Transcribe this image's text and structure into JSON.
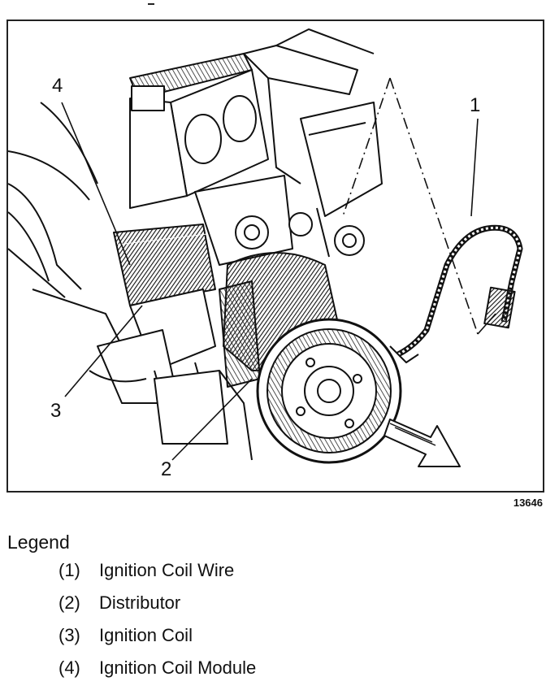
{
  "diagram": {
    "figure_number": "13646",
    "callouts": [
      "1",
      "2",
      "3",
      "4"
    ]
  },
  "legend": {
    "title": "Legend",
    "items": [
      {
        "num": "(1)",
        "label": "Ignition Coil Wire"
      },
      {
        "num": "(2)",
        "label": "Distributor"
      },
      {
        "num": "(3)",
        "label": "Ignition Coil"
      },
      {
        "num": "(4)",
        "label": "Ignition Coil Module"
      }
    ]
  }
}
